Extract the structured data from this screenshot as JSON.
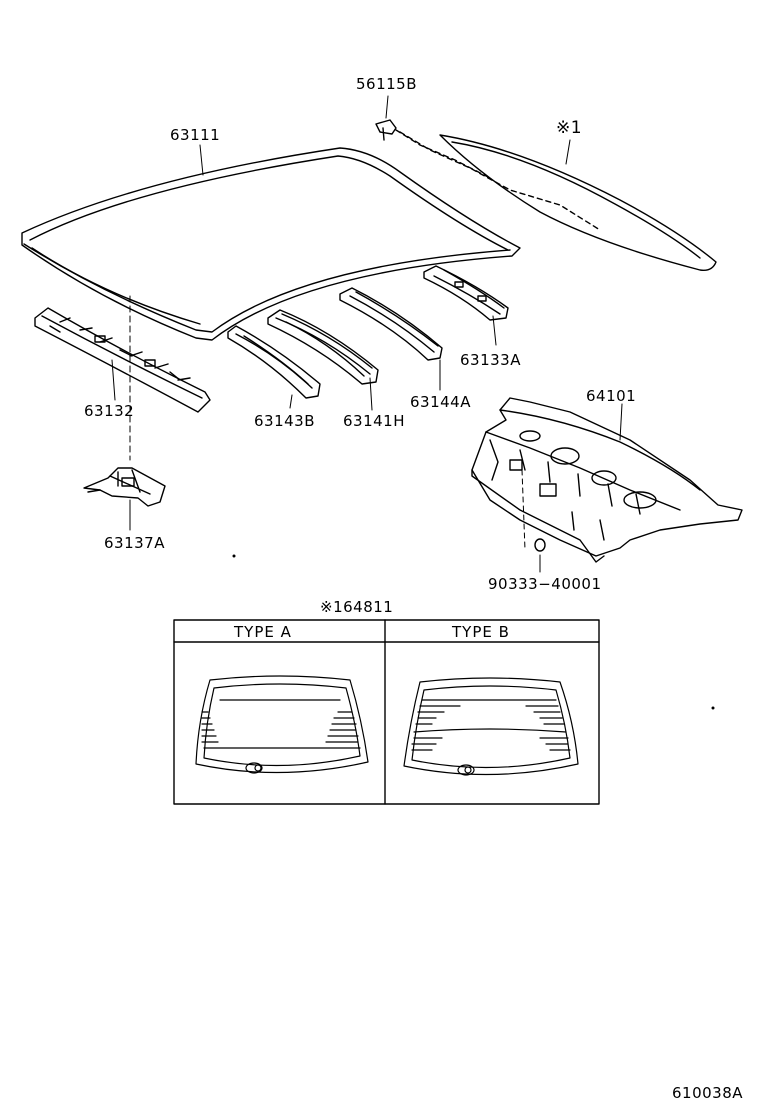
{
  "labels": {
    "p56115b": "56115B",
    "p63111": "63111",
    "note1": "※1",
    "p63132": "63132",
    "p63143b": "63143B",
    "p63141h": "63141H",
    "p63144a": "63144A",
    "p63133a": "63133A",
    "p64101": "64101",
    "p63137a": "63137A",
    "p90333": "90333−40001",
    "p64811": "※164811",
    "diagram_code": "610038A"
  },
  "types_table": {
    "type_a": "TYPE  A",
    "type_b": "TYPE  B"
  }
}
